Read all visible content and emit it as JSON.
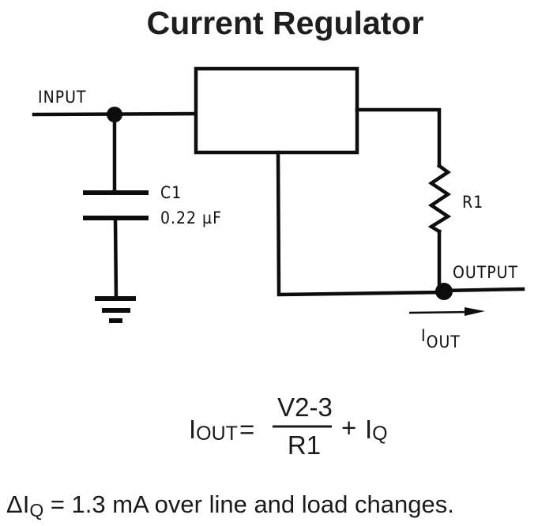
{
  "title": "Current Regulator",
  "schematic": {
    "input_label": "INPUT",
    "output_label": "OUTPUT",
    "capacitor": {
      "ref": "C1",
      "value": "0.22 µF"
    },
    "resistor": {
      "ref": "R1"
    },
    "current_arrow": {
      "main": "I",
      "sub": "OUT"
    }
  },
  "equation": {
    "lhs_main": "I",
    "lhs_sub": "OUT",
    "equals": "=",
    "numerator": "V2-3",
    "denominator": "R1",
    "plus": "+",
    "rhs_main": "I",
    "rhs_sub": "Q"
  },
  "note": {
    "delta": "ΔI",
    "sub": "Q",
    "text": " = 1.3 mA over line and load changes."
  }
}
